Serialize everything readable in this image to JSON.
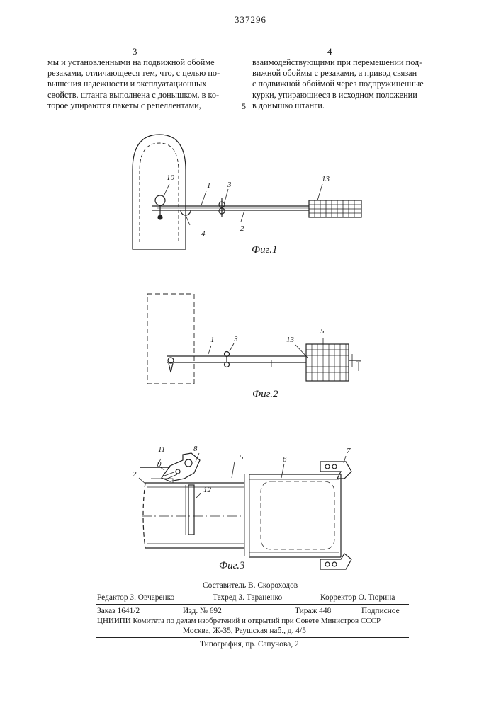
{
  "patent_number": "337296",
  "column_numbers": {
    "left": "3",
    "right": "4"
  },
  "margin_line_number": "5",
  "left_column_lines": [
    "мы и установленными на подвижной обойме",
    "резаками, отличающееся тем, что, с целью по-",
    "вышения надежности и эксплуатационных",
    "свойств, штанга выполнена с донышком, в ко-",
    "торое упираются пакеты с репеллентами,"
  ],
  "right_column_lines": [
    "взаимодействующими при перемещении под-",
    "вижной обоймы с резаками, а привод связан",
    "с подвижной обоймой через подпружиненные",
    "курки, упирающиеся в исходном положении",
    "в донышко штанги."
  ],
  "figures": {
    "fig1": {
      "caption": "Фиг.1",
      "labels": [
        "10",
        "1",
        "3",
        "13",
        "4",
        "2"
      ]
    },
    "fig2": {
      "caption": "Фиг.2",
      "labels": [
        "1",
        "3",
        "13",
        "5"
      ]
    },
    "fig3": {
      "caption": "Фиг.3",
      "labels": [
        "11",
        "8",
        "9",
        "2",
        "5",
        "6",
        "7",
        "12"
      ]
    }
  },
  "credits": {
    "compiler": "Составитель В. Скороходов",
    "editor": "Редактор З. Овчаренко",
    "techred": "Техред З. Тараненко",
    "corrector": "Корректор О. Тюрина",
    "order": "Заказ 1641/2",
    "izd": "Изд. № 692",
    "tirazh": "Тираж 448",
    "podpisnoe": "Подписное",
    "org_line1": "ЦНИИПИ Комитета по делам изобретений и открытий при Совете Министров СССР",
    "org_line2": "Москва, Ж-35, Раушская наб., д. 4/5",
    "typography": "Типография, пр. Сапунова, 2"
  }
}
